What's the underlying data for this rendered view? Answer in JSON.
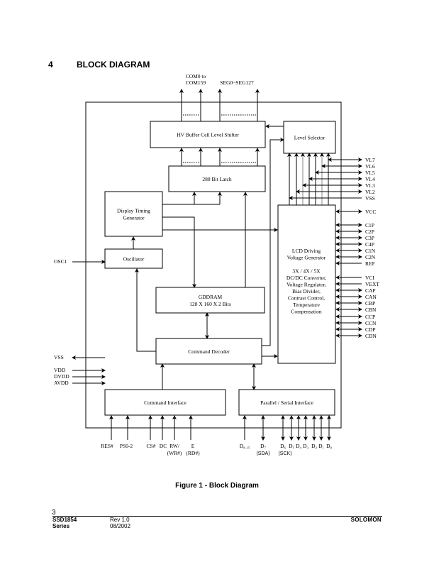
{
  "section": {
    "number": "4",
    "title": "BLOCK DIAGRAM"
  },
  "top_labels": {
    "com": [
      "COM0 to",
      "COM159"
    ],
    "seg": "SEG0~SEG127"
  },
  "blocks": {
    "hv_buffer": "HV Buffer Cell Level Shifter",
    "level_selector": "Level Selector",
    "latch": "288 Bit Latch",
    "timing": [
      "Display Timing",
      "Generator"
    ],
    "oscillator": "Oscillator",
    "gddram": [
      "GDDRAM",
      "128 X 160 X 2 Bits"
    ],
    "cmd_decoder": "Command Decoder",
    "cmd_interface": "Command Interface",
    "par_serial": "Parallel / Serial Interface",
    "lcd_driving": [
      "LCD Driving",
      "Voltage Generator",
      "",
      "3X / 4X / 5X",
      "DC/DC Converter,",
      "Voltage Regulator,",
      "Bias Divider,",
      "Contrast Control,",
      "Temperature",
      "Compensation"
    ]
  },
  "right_pins_top": [
    "VL7",
    "VL6",
    "VL5",
    "VL4",
    "VL3",
    "VL2",
    "VSS"
  ],
  "right_pins_mid": [
    "VCC",
    "C1P",
    "C2P",
    "C3P",
    "C4P",
    "C1N",
    "C2N",
    "REF"
  ],
  "right_pins_low": [
    "VCI",
    "VEXT",
    "CAP",
    "CAN",
    "CBP",
    "CBN",
    "CCP",
    "CCN",
    "CDP",
    "CDN"
  ],
  "left_pins": {
    "osc": "OSC1",
    "vss": "VSS",
    "power": [
      "VDD",
      "DVDD",
      "AVDD"
    ]
  },
  "bottom_pins_cmd": [
    {
      "label": "RES#",
      "sub": ""
    },
    {
      "label": "PS0-2",
      "sub": ""
    },
    {
      "label": "CS#",
      "sub": ""
    },
    {
      "label": "DC",
      "sub": ""
    },
    {
      "label": "RW/",
      "sub": "(WR#)"
    },
    {
      "label": "E",
      "sub": "(RD#)"
    }
  ],
  "bottom_pins_data": [
    {
      "label": "D",
      "idx": "8..15",
      "sub": ""
    },
    {
      "label": "D",
      "idx": "7",
      "sub": "(SDA)"
    },
    {
      "label": "D",
      "idx": "6",
      "sub": "(SCK)"
    },
    {
      "label": "D",
      "idx": "5",
      "sub": ""
    },
    {
      "label": "D",
      "idx": "4",
      "sub": ""
    },
    {
      "label": "D",
      "idx": "3",
      "sub": ""
    },
    {
      "label": "D",
      "idx": "2",
      "sub": ""
    },
    {
      "label": "D",
      "idx": "1",
      "sub": ""
    },
    {
      "label": "D",
      "idx": "0",
      "sub": ""
    }
  ],
  "caption": "Figure 1 - Block Diagram",
  "footer": {
    "page": "3",
    "part": [
      "SSD1854",
      "Series"
    ],
    "rev": [
      "Rev 1.0",
      "08/2002"
    ],
    "brand": "SOLOMON"
  }
}
